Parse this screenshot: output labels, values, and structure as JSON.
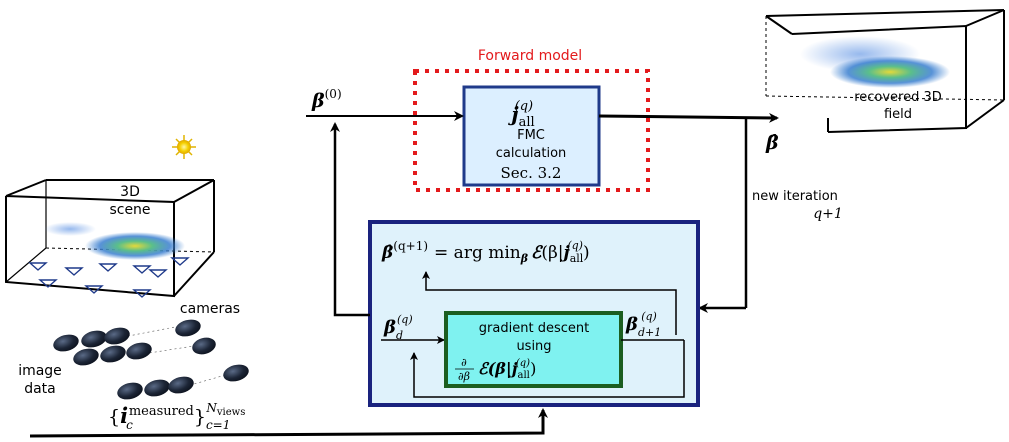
{
  "forward_model": {
    "title": "Forward model",
    "title_color": "#e31a1c"
  },
  "fmc_box": {
    "symbol": "j",
    "symbol_sub": "all",
    "symbol_sup": "(q)",
    "line1": "FMC",
    "line2": "calculation",
    "section": "Sec. 3.2",
    "fill": "#dcefff",
    "border": "#1f3a8a"
  },
  "inputs": {
    "beta0": "β",
    "beta0_sup": "(0)",
    "beta_hat": "β̂"
  },
  "scene": {
    "label_line1": "3D",
    "label_line2": "scene",
    "cameras_label": "cameras",
    "image_label_line1": "image",
    "image_label_line2": "data"
  },
  "measured": {
    "brace_open": "{",
    "symbol": "i",
    "symbol_sub": "c",
    "symbol_sup": "measured",
    "brace_close": "}",
    "range_sub": "c=1",
    "range_sup": "N",
    "range_sup_sub": "views"
  },
  "recovered": {
    "line1": "recovered 3D",
    "line2": "field"
  },
  "iteration": {
    "line1": "new iteration",
    "line2": "q+1"
  },
  "optimizer": {
    "fill": "#dff2fb",
    "border": "#1a237e",
    "eq_lhs": "β̂",
    "eq_lhs_sup": "(q+1)",
    "eq_rhs": "= arg min",
    "eq_rhs_sub": "β",
    "eq_E": "ℰ",
    "eq_args": "(β|",
    "eq_j": "j",
    "eq_j_sub": "all",
    "eq_j_sup": "(q)",
    "eq_close": ")",
    "beta_d": "β",
    "beta_d_sub": "d",
    "beta_d_sup": "(q)",
    "beta_d1": "β",
    "beta_d1_sub": "d+1",
    "beta_d1_sup": "(q)"
  },
  "gradient_box": {
    "line1": "gradient descent",
    "line2": "using",
    "frac_num": "∂",
    "frac_den": "∂β",
    "expr": "ℰ(β|",
    "expr_j": "j",
    "expr_j_sub": "all",
    "expr_j_sup": "(q)",
    "expr_close": ")",
    "fill": "#7ff2f0",
    "border": "#1b5e20"
  }
}
